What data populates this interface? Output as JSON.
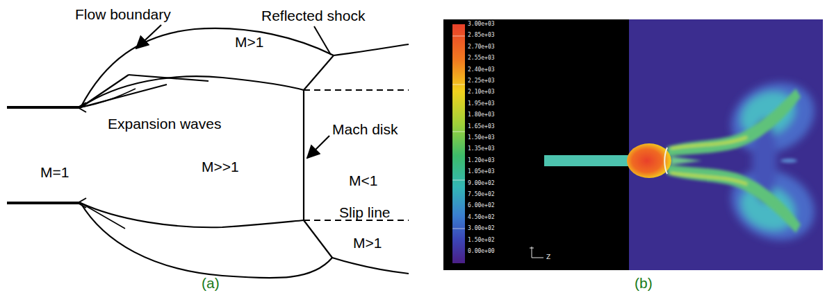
{
  "diagram": {
    "labels": [
      "Flow boundary",
      "Reflected shock",
      "M>1",
      "Expansion waves",
      "Mach disk",
      "M=1",
      "M>>1",
      "M<1",
      "Slip line",
      "M>1",
      "(a)",
      "(b)",
      "3.00e+03",
      "2.85e+03",
      "2.70e+03",
      "2.55e+03",
      "2.40e+03",
      "2.25e+03",
      "2.10e+03",
      "1.95e+03",
      "1.80e+03",
      "1.65e+03",
      "1.50e+03",
      "1.35e+03",
      "1.20e+03",
      "1.05e+03",
      "9.00e+02",
      "7.50e+02",
      "6.00e+02",
      "4.50e+02",
      "3.00e+02",
      "1.50e+02",
      "0.00e+00",
      "Z"
    ]
  }
}
